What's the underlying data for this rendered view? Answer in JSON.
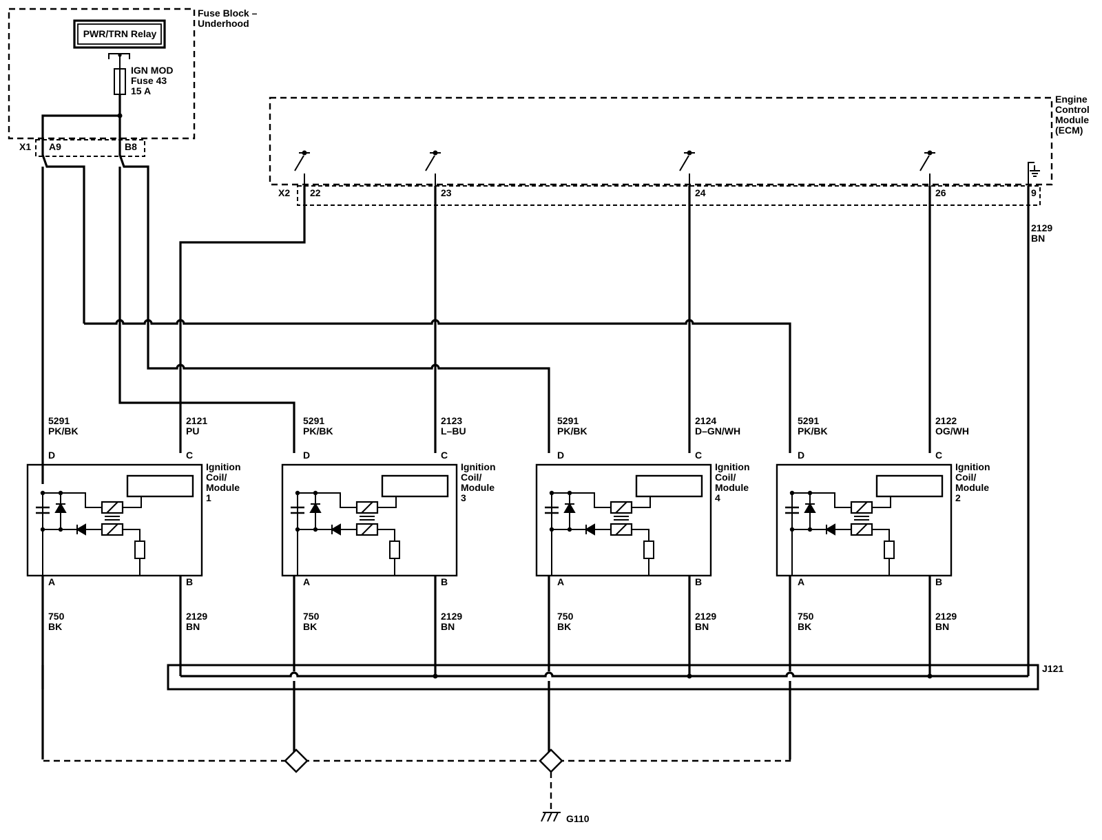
{
  "fuse_block": {
    "title_line1": "Fuse Block –",
    "title_line2": "Underhood",
    "relay_label": "PWR/TRN Relay",
    "fuse_line1": "IGN MOD",
    "fuse_line2": "Fuse 43",
    "fuse_line3": "15 A",
    "connector": "X1",
    "pin_a": "A9",
    "pin_b": "B8"
  },
  "ecm": {
    "title_line1": "Engine",
    "title_line2": "Control",
    "title_line3": "Module",
    "title_line4": "(ECM)",
    "connector": "X2",
    "pins": [
      "22",
      "23",
      "24",
      "26",
      "9"
    ],
    "ground_wire_num": "2129",
    "ground_wire_color": "BN"
  },
  "coils": [
    {
      "d_wire_num": "5291",
      "d_wire_color": "PK/BK",
      "c_wire_num": "2121",
      "c_wire_color": "PU",
      "pin_d": "D",
      "pin_c": "C",
      "pin_a": "A",
      "pin_b": "B",
      "title_line1": "Ignition",
      "title_line2": "Coil/",
      "title_line3": "Module",
      "number": "1",
      "a_wire_num": "750",
      "a_wire_color": "BK",
      "b_wire_num": "2129",
      "b_wire_color": "BN"
    },
    {
      "d_wire_num": "5291",
      "d_wire_color": "PK/BK",
      "c_wire_num": "2123",
      "c_wire_color": "L–BU",
      "pin_d": "D",
      "pin_c": "C",
      "pin_a": "A",
      "pin_b": "B",
      "title_line1": "Ignition",
      "title_line2": "Coil/",
      "title_line3": "Module",
      "number": "3",
      "a_wire_num": "750",
      "a_wire_color": "BK",
      "b_wire_num": "2129",
      "b_wire_color": "BN"
    },
    {
      "d_wire_num": "5291",
      "d_wire_color": "PK/BK",
      "c_wire_num": "2124",
      "c_wire_color": "D–GN/WH",
      "pin_d": "D",
      "pin_c": "C",
      "pin_a": "A",
      "pin_b": "B",
      "title_line1": "Ignition",
      "title_line2": "Coil/",
      "title_line3": "Module",
      "number": "4",
      "a_wire_num": "750",
      "a_wire_color": "BK",
      "b_wire_num": "2129",
      "b_wire_color": "BN"
    },
    {
      "d_wire_num": "5291",
      "d_wire_color": "PK/BK",
      "c_wire_num": "2122",
      "c_wire_color": "OG/WH",
      "pin_d": "D",
      "pin_c": "C",
      "pin_a": "A",
      "pin_b": "B",
      "title_line1": "Ignition",
      "title_line2": "Coil/",
      "title_line3": "Module",
      "number": "2",
      "a_wire_num": "750",
      "a_wire_color": "BK",
      "b_wire_num": "2129",
      "b_wire_color": "BN"
    }
  ],
  "splice": {
    "label": "J121"
  },
  "ground": {
    "label": "G110"
  }
}
